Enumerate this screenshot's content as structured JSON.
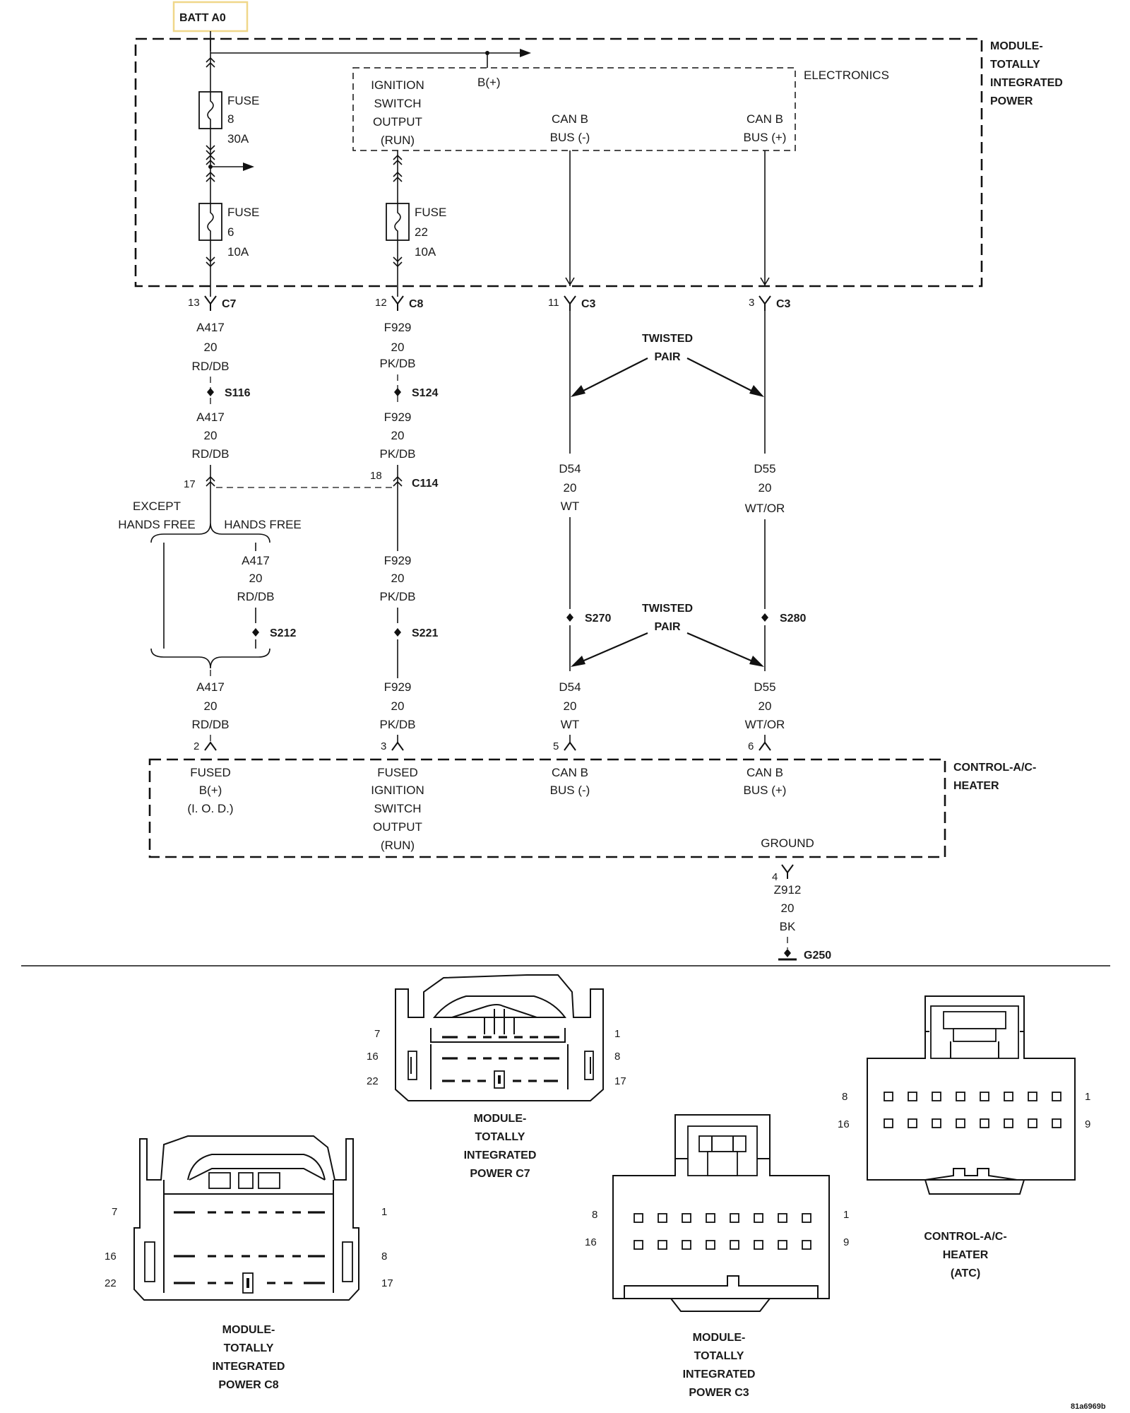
{
  "battery": {
    "label": "BATT A0",
    "border_color": "#f0d78a"
  },
  "tipm": {
    "name": [
      "MODULE-",
      "TOTALLY",
      "INTEGRATED",
      "POWER"
    ],
    "electronics": "ELECTRONICS",
    "bplus": "B(+)",
    "ign_output": [
      "IGNITION",
      "SWITCH",
      "OUTPUT",
      "(RUN)"
    ],
    "can_minus": [
      "CAN B",
      "BUS (-)"
    ],
    "can_plus": [
      "CAN B",
      "BUS (+)"
    ],
    "fuse8": [
      "FUSE",
      "8",
      "30A"
    ],
    "fuse6": [
      "FUSE",
      "6",
      "10A"
    ],
    "fuse22": [
      "FUSE",
      "22",
      "10A"
    ]
  },
  "terminals": {
    "c7": {
      "pin": "13",
      "name": "C7"
    },
    "c8": {
      "pin": "12",
      "name": "C8"
    },
    "c3a": {
      "pin": "11",
      "name": "C3"
    },
    "c3b": {
      "pin": "3",
      "name": "C3"
    }
  },
  "wires": {
    "a417": [
      "A417",
      "20",
      "RD/DB"
    ],
    "f929": [
      "F929",
      "20",
      "PK/DB"
    ],
    "d54": [
      "D54",
      "20",
      "WT"
    ],
    "d55": [
      "D55",
      "20",
      "WT/OR"
    ],
    "z912": [
      "Z912",
      "20",
      "BK"
    ]
  },
  "splices": {
    "s116": "S116",
    "s124": "S124",
    "s212": "S212",
    "s221": "S221",
    "s270": "S270",
    "s280": "S280"
  },
  "twisted_pair": [
    "TWISTED",
    "PAIR"
  ],
  "c114": {
    "name": "C114",
    "pin_a417": "17",
    "pin_f929": "18"
  },
  "options": {
    "except_hands_free": [
      "EXCEPT",
      "HANDS FREE"
    ],
    "hands_free": "HANDS FREE"
  },
  "hvac": {
    "name": [
      "CONTROL-A/C-",
      "HEATER"
    ],
    "pins": [
      "2",
      "3",
      "5",
      "6",
      "4"
    ],
    "fused_bplus": [
      "FUSED",
      "B(+)",
      "(I. O. D.)"
    ],
    "fused_ign": [
      "FUSED",
      "IGNITION",
      "SWITCH",
      "OUTPUT",
      "(RUN)"
    ],
    "can_minus": [
      "CAN B",
      "BUS (-)"
    ],
    "can_plus": [
      "CAN B",
      "BUS (+)"
    ],
    "ground": "GROUND"
  },
  "ground": {
    "name": "G250"
  },
  "connectors": {
    "c7": {
      "caption": [
        "MODULE-",
        "TOTALLY",
        "INTEGRATED",
        "POWER C7"
      ],
      "pins": [
        "7",
        "16",
        "22",
        "1",
        "8",
        "17"
      ]
    },
    "c8": {
      "caption": [
        "MODULE-",
        "TOTALLY",
        "INTEGRATED",
        "POWER C8"
      ],
      "pins": [
        "7",
        "16",
        "22",
        "1",
        "8",
        "17"
      ]
    },
    "c3": {
      "caption": [
        "MODULE-",
        "TOTALLY",
        "INTEGRATED",
        "POWER C3"
      ],
      "pins": [
        "8",
        "16",
        "1",
        "9"
      ]
    },
    "atc": {
      "caption": [
        "CONTROL-A/C-",
        "HEATER",
        "(ATC)"
      ],
      "pins": [
        "8",
        "16",
        "1",
        "9"
      ]
    }
  },
  "figure_id": "81a6969b"
}
